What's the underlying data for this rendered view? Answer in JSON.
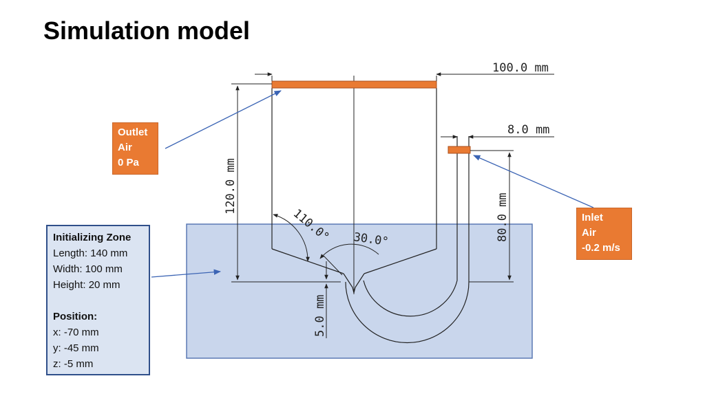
{
  "title": "Simulation model",
  "colors": {
    "boundary": "#e97a32",
    "zone_fill": "#c9d6ec",
    "zone_border": "#5a78b4",
    "leader": "#3b64b4",
    "geometry": "#222222"
  },
  "dimensions": {
    "top_width": "100.0 mm",
    "inlet_width": "8.0 mm",
    "overall_height": "120.0 mm",
    "inlet_height": "80.0 mm",
    "gap": "5.0 mm",
    "angle_wall": "110.0°",
    "angle_lip": "30.0°"
  },
  "outlet": {
    "line1": "Outlet",
    "line2": "Air",
    "line3": "0 Pa"
  },
  "inlet": {
    "line1": "Inlet",
    "line2": "Air",
    "line3": "-0.2 m/s"
  },
  "init_zone": {
    "heading": "Initializing Zone",
    "length": "Length: 140 mm",
    "width": "Width: 100 mm",
    "height": "Height: 20 mm",
    "position_heading": "Position:",
    "x": "x: -70 mm",
    "y": "y: -45 mm",
    "z": "z: -5 mm"
  }
}
